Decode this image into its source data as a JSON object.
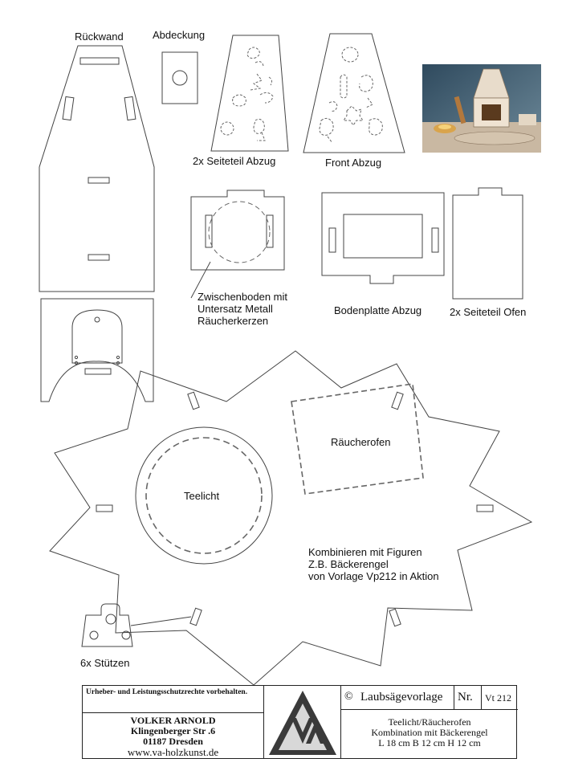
{
  "labels": {
    "rueckwand": "Rückwand",
    "abdeckung": "Abdeckung",
    "seiteteil_abzug": "2x Seiteteil Abzug",
    "front_abzug": "Front Abzug",
    "zwischenboden_1": "Zwischenboden mit",
    "zwischenboden_2": "Untersatz Metall",
    "zwischenboden_3": "Räucherkerzen",
    "bodenplatte_abzug": "Bodenplatte Abzug",
    "seiteteil_ofen": "2x Seiteteil Ofen",
    "raeucherofen": "Räucherofen",
    "teelicht": "Teelicht",
    "kombi_1": "Kombinieren mit Figuren",
    "kombi_2": "Z.B.  Bäckerengel",
    "kombi_3": "von Vorlage Vp212 in Aktion",
    "stuetzen": "6x Stützen"
  },
  "title_block": {
    "rights_notice": "Urheber- und Leistungsschutzrechte vorbehalten.",
    "author": "VOLKER ARNOLD",
    "street": "Klingenberger Str .6",
    "city": "01187 Dresden",
    "website": "www.va-holzkunst.de",
    "logo_text": "VA",
    "copyright_symbol": "©",
    "template_label": "Laubsägevorlage",
    "number_label": "Nr.",
    "number_value": "Vt 212",
    "title_1": "Teelicht/Räucherofen",
    "title_2": "Kombination mit Bäckerengel",
    "dimensions": "L 18 cm B 12 cm H 12 cm"
  },
  "colors": {
    "line": "#444444",
    "dash": "#666666",
    "logo_dark": "#3a3a3a",
    "logo_light": "#d8d8d8"
  }
}
